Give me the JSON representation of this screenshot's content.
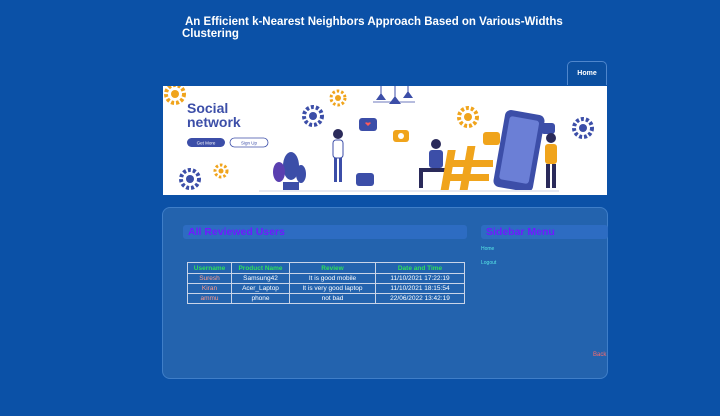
{
  "header": {
    "title": "An Efficient k-Nearest Neighbors Approach Based on Various-Widths Clustering"
  },
  "nav": {
    "home_label": "Home"
  },
  "banner": {
    "heading_line1": "Social",
    "heading_line2": "network",
    "button_primary": "Get More",
    "button_secondary": "Sign Up"
  },
  "main": {
    "heading": "All Reviewed Users",
    "table": {
      "headers": [
        "Username",
        "Product Name",
        "Review",
        "Date and Time"
      ],
      "rows": [
        [
          "Suresh",
          "Samsung42",
          "It is good mobile",
          "11/10/2021 17:22:19"
        ],
        [
          "Kiran",
          "Acer_Laptop",
          "It is very good laptop",
          "11/10/2021 18:15:54"
        ],
        [
          "ammu",
          "phone",
          "not bad",
          "22/06/2022 13:42:19"
        ]
      ]
    }
  },
  "sidebar": {
    "heading": "Sidebar Menu",
    "items": [
      "Home",
      "Logout"
    ]
  },
  "footer": {
    "back_label": "Back"
  },
  "colors": {
    "page_bg": "#0b51a7",
    "panel_bg": "#2363ae",
    "heading_text": "#6f1aff",
    "table_header_text": "#2ee05a",
    "username_text": "#ff9a8a",
    "link_text": "#57e6e6",
    "back_text": "#ff6b6b"
  }
}
